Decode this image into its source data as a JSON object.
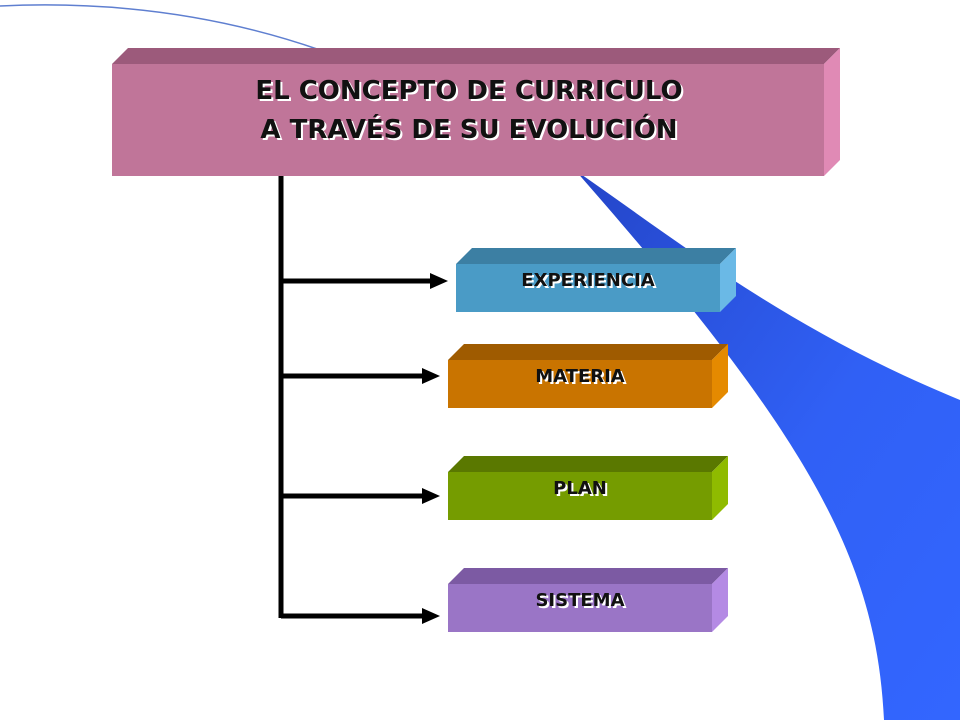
{
  "title": {
    "line1": "EL CONCEPTO DE CURRICULO",
    "line2": "A TRAVÉS DE SU EVOLUCIÓN",
    "colors": {
      "front": "#c07599",
      "top": "#9c5a7b",
      "side": "#e08ab5"
    }
  },
  "boxes": [
    {
      "label": "EXPERIENCIA",
      "colors": {
        "front": "#4a9bc6",
        "top": "#3c7fa3",
        "side": "#6ab9e6"
      }
    },
    {
      "label": "MATERIA",
      "colors": {
        "front": "#c97400",
        "top": "#9f5b00",
        "side": "#e58a00"
      }
    },
    {
      "label": "PLAN",
      "colors": {
        "front": "#759c00",
        "top": "#5a7800",
        "side": "#8fbb00"
      }
    },
    {
      "label": "SISTEMA",
      "colors": {
        "front": "#9a75c6",
        "top": "#7c5aa3",
        "side": "#b48ae4"
      }
    }
  ],
  "decoration": {
    "swoosh_color": "#3366ff",
    "swoosh_shade": "#2a4fd6",
    "thin_line_color": "#5f7fd0"
  },
  "connector_color": "#000000"
}
